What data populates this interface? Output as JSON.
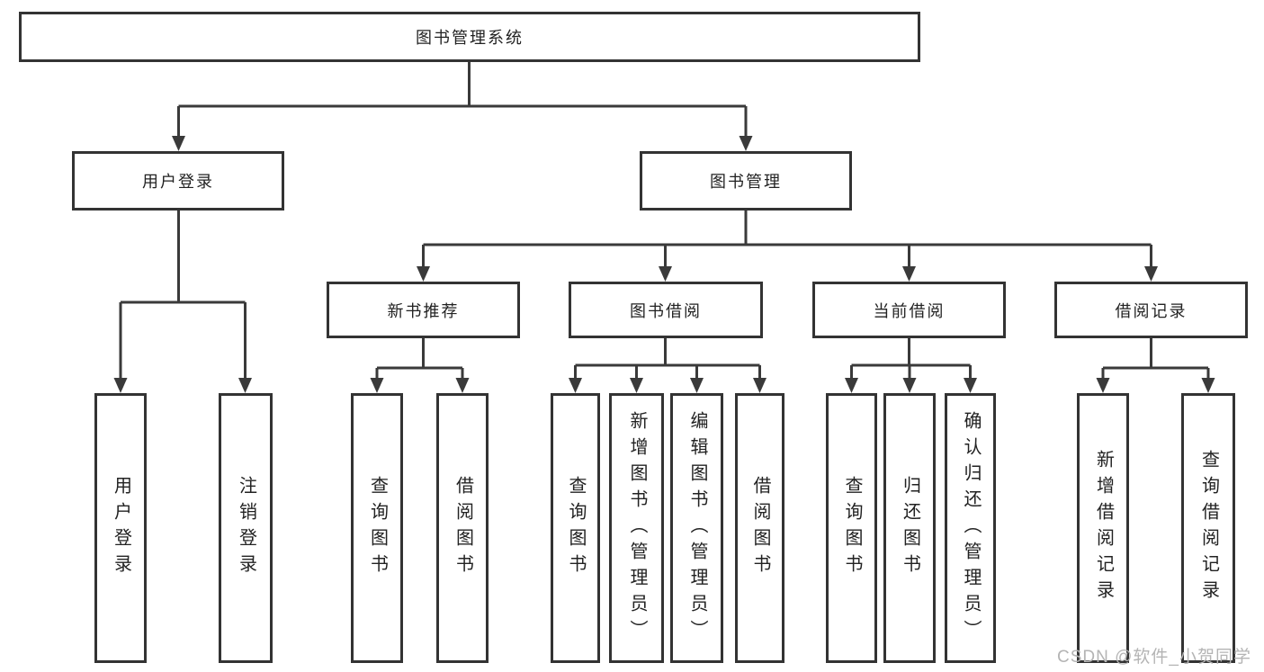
{
  "diagram": {
    "title": "图书管理系统",
    "level2": [
      {
        "id": "user-login",
        "label": "用户登录"
      },
      {
        "id": "book-management",
        "label": "图书管理"
      }
    ],
    "level3": [
      {
        "id": "new-book-recommend",
        "label": "新书推荐",
        "parent": "图书管理"
      },
      {
        "id": "book-borrow",
        "label": "图书借阅",
        "parent": "图书管理"
      },
      {
        "id": "current-borrow",
        "label": "当前借阅",
        "parent": "图书管理"
      },
      {
        "id": "borrow-records",
        "label": "借阅记录",
        "parent": "图书管理"
      }
    ],
    "leaves": [
      {
        "label": "用户登录",
        "parent": "用户登录"
      },
      {
        "label": "注销登录",
        "parent": "用户登录"
      },
      {
        "label": "查询图书",
        "parent": "新书推荐"
      },
      {
        "label": "借阅图书",
        "parent": "新书推荐"
      },
      {
        "label": "查询图书",
        "parent": "图书借阅"
      },
      {
        "label": "新增图书（管理员）",
        "parent": "图书借阅"
      },
      {
        "label": "编辑图书（管理员）",
        "parent": "图书借阅"
      },
      {
        "label": "借阅图书",
        "parent": "图书借阅"
      },
      {
        "label": "查询图书",
        "parent": "当前借阅"
      },
      {
        "label": "归还图书",
        "parent": "当前借阅"
      },
      {
        "label": "确认归还（管理员）",
        "parent": "当前借阅"
      },
      {
        "label": "新增借阅记录",
        "parent": "借阅记录"
      },
      {
        "label": "查询借阅记录",
        "parent": "借阅记录"
      }
    ]
  },
  "watermark": "CSDN @软件_小贺同学",
  "colors": {
    "line": "#3a3a3a",
    "box_border": "#333333",
    "text": "#222222",
    "watermark": "#b4b4b4",
    "background": "#ffffff"
  }
}
